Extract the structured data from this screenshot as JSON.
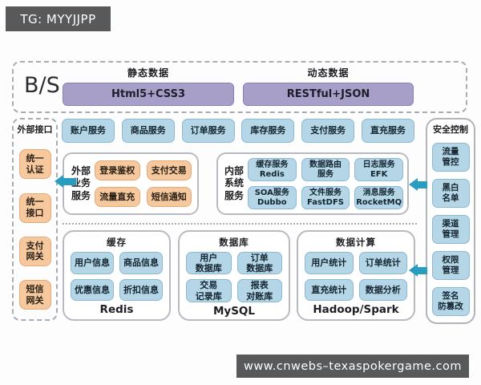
{
  "header_badge": {
    "text": "TG: MYYJJPP"
  },
  "footer_badge": {
    "text": "www.cnwebs–texaspokergame.com"
  },
  "colors": {
    "badge_bg": "#58595b",
    "purple_bar": "#a89fc9",
    "blue_box": "#b4d6e7",
    "orange_box": "#f5c89d",
    "arrow": "#2a9cc0"
  },
  "bs_section": {
    "label": "B/S",
    "static": {
      "title": "静态数据",
      "bar": "Html5+CSS3"
    },
    "dynamic": {
      "title": "动态数据",
      "bar": "RESTful+JSON"
    }
  },
  "external_interfaces": {
    "title": "外部接口",
    "items": [
      "统一\n认证",
      "统一\n接口",
      "支付\n网关",
      "短信\n网关"
    ]
  },
  "top_services": {
    "items": [
      "账户服务",
      "商品服务",
      "订单服务",
      "库存服务",
      "支付服务",
      "直充服务"
    ]
  },
  "external_business": {
    "title": "外部\n业务\n服务",
    "items": [
      "登录鉴权",
      "支付交易",
      "流量直充",
      "短信通知"
    ]
  },
  "internal_system": {
    "title": "内部\n系统\n服务",
    "items": [
      "缓存服务\nRedis",
      "数据路由\n服务",
      "日志服务\nEFK",
      "SOA服务\nDubbo",
      "文件服务\nFastDFS",
      "消息服务\nRocketMQ"
    ]
  },
  "security": {
    "title": "安全控制",
    "items": [
      "流量\n管控",
      "黑白\n名单",
      "渠道\n管理",
      "权限\n管理",
      "签名\n防篡改"
    ]
  },
  "storage": [
    {
      "title": "缓存",
      "items": [
        "用户信息",
        "商品信息",
        "优惠信息",
        "折扣信息"
      ],
      "footer": "Redis"
    },
    {
      "title": "数据库",
      "items": [
        "用户\n数据库",
        "订单\n数据库",
        "交易\n记录库",
        "报表\n对账库"
      ],
      "footer": "MySQL"
    },
    {
      "title": "数据计算",
      "items": [
        "用户统计",
        "订单统计",
        "直充统计",
        "数据分析"
      ],
      "footer": "Hadoop/Spark"
    }
  ]
}
